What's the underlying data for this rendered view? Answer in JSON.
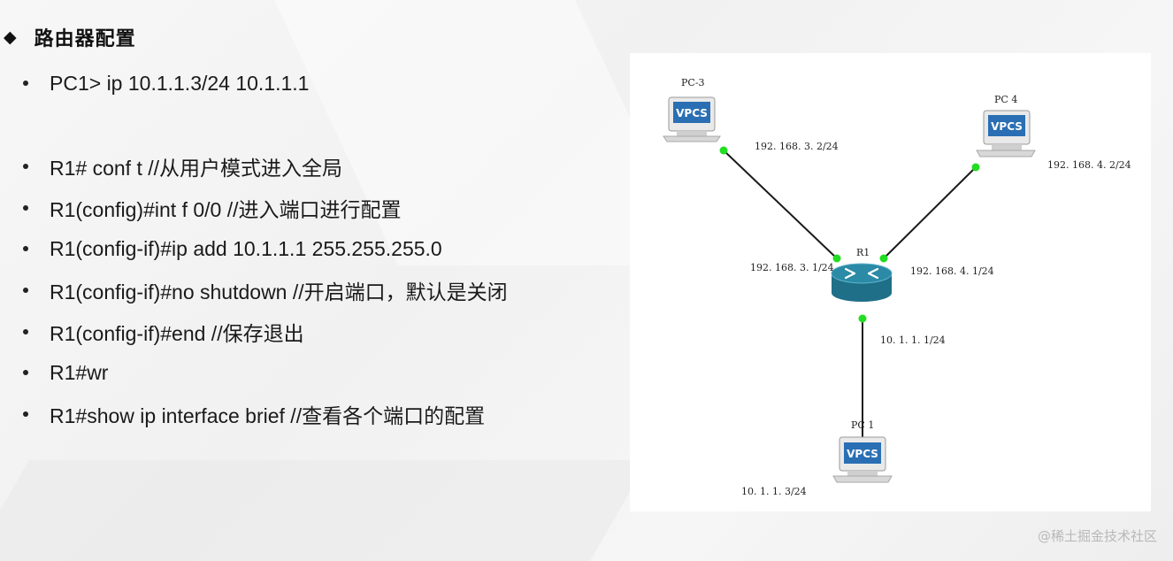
{
  "slide": {
    "title_marker": "◆",
    "title": "路由器配置",
    "bullets": [
      "PC1> ip 10.1.1.3/24 10.1.1.1",
      "R1# conf t   //从用户模式进入全局",
      "R1(config)#int f 0/0   //进入端口进行配置",
      "R1(config-if)#ip add 10.1.1.1 255.255.255.0",
      "R1(config-if)#no shutdown   //开启端口，默认是关闭",
      "R1(config-if)#end   //保存退出",
      "R1#wr",
      "R1#show ip interface brief   //查看各个端口的配置"
    ]
  },
  "topology": {
    "nodes": {
      "pc3": {
        "name": "PC-3",
        "badge": "VPCS",
        "ip": "192. 168. 3. 2/24"
      },
      "pc4": {
        "name": "PC 4",
        "badge": "VPCS",
        "ip": "192. 168. 4. 2/24"
      },
      "pc1": {
        "name": "PC 1",
        "badge": "VPCS",
        "ip": "10. 1. 1. 3/24"
      },
      "r1": {
        "name": "R1"
      }
    },
    "router_ports": {
      "to_pc3": "192. 168. 3. 1/24",
      "to_pc4": "192. 168. 4. 1/24",
      "to_pc1": "10. 1. 1. 1/24"
    },
    "colors": {
      "link": "#1a1a1a",
      "port_up": "#22dd22",
      "vpcs_badge": "#2a6fb3",
      "router_body": "#2b8aa6"
    }
  },
  "watermark": "@稀土掘金技术社区"
}
